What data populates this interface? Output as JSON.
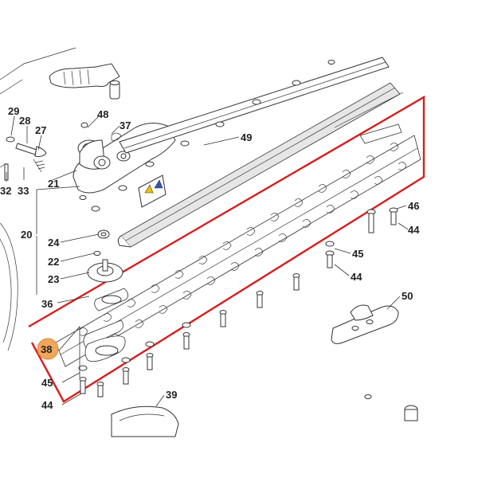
{
  "highlight_color": "#d42020",
  "marker_color": "#f2a65a",
  "parts": [
    {
      "id": "p29",
      "label": "29"
    },
    {
      "id": "p28",
      "label": "28"
    },
    {
      "id": "p27",
      "label": "27"
    },
    {
      "id": "p48",
      "label": "48"
    },
    {
      "id": "p37",
      "label": "37"
    },
    {
      "id": "p49",
      "label": "49"
    },
    {
      "id": "p21",
      "label": "21"
    },
    {
      "id": "p32",
      "label": "32"
    },
    {
      "id": "p33",
      "label": "33"
    },
    {
      "id": "p20",
      "label": "20"
    },
    {
      "id": "p24",
      "label": "24"
    },
    {
      "id": "p22",
      "label": "22"
    },
    {
      "id": "p23",
      "label": "23"
    },
    {
      "id": "p36",
      "label": "36"
    },
    {
      "id": "p46",
      "label": "46"
    },
    {
      "id": "p44a",
      "label": "44"
    },
    {
      "id": "p45a",
      "label": "45"
    },
    {
      "id": "p44b",
      "label": "44"
    },
    {
      "id": "p50",
      "label": "50"
    },
    {
      "id": "p38",
      "label": "38"
    },
    {
      "id": "p45b",
      "label": "45"
    },
    {
      "id": "p44c",
      "label": "44"
    },
    {
      "id": "p39",
      "label": "39"
    }
  ]
}
